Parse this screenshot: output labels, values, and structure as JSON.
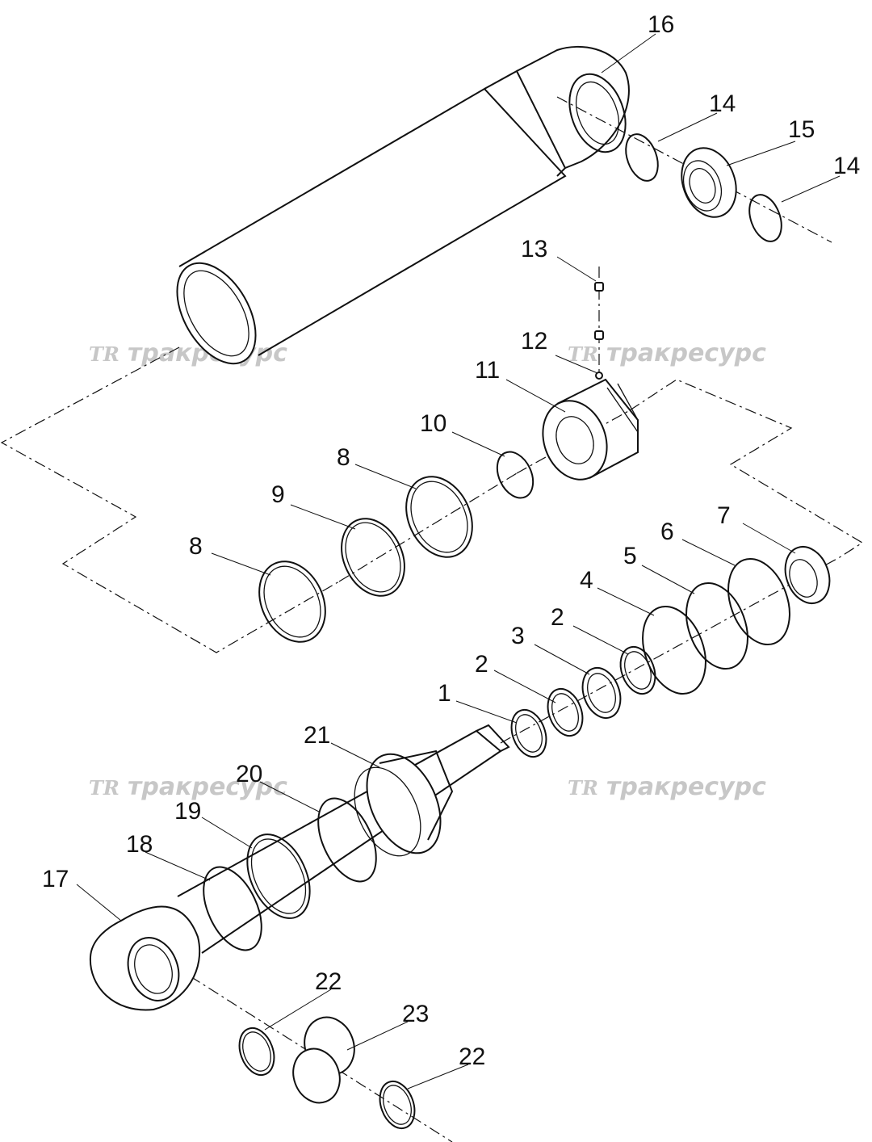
{
  "labels": {
    "p1": "1",
    "p2a": "2",
    "p2b": "2",
    "p3": "3",
    "p4": "4",
    "p5": "5",
    "p6": "6",
    "p7": "7",
    "p8a": "8",
    "p8b": "8",
    "p9": "9",
    "p10": "10",
    "p11": "11",
    "p12": "12",
    "p13": "13",
    "p14a": "14",
    "p14b": "14",
    "p15": "15",
    "p16": "16",
    "p17": "17",
    "p18": "18",
    "p19": "19",
    "p20": "20",
    "p21": "21",
    "p22a": "22",
    "p22b": "22",
    "p23": "23"
  },
  "watermark": {
    "logo": "TR",
    "text": "тракресурс"
  }
}
